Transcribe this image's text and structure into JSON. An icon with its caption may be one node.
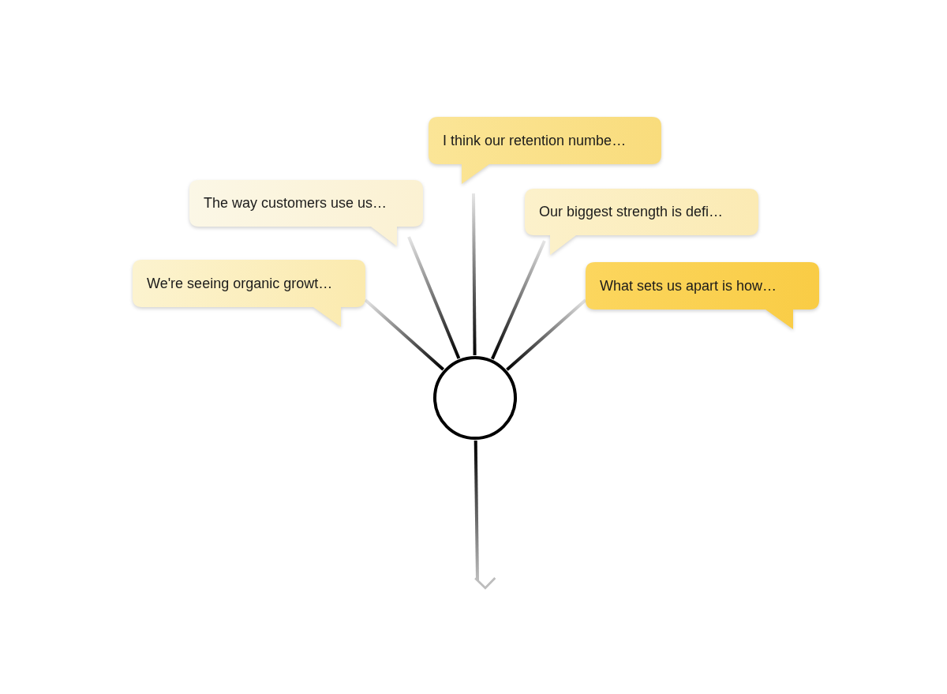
{
  "diagram": {
    "nodes": [
      {
        "text": [
          "I think our retention numbe…"
        ]
      },
      {
        "text": [
          "The way customers use us…"
        ]
      },
      {
        "text": [
          "Our biggest strength is defi…"
        ]
      },
      {
        "text": [
          "We're seeing organic growt…"
        ]
      },
      {
        "text": [
          "What sets us apart is how…"
        ]
      },
      {
        "text": [],
        "shape": "circle"
      }
    ],
    "edges": [
      {
        "from": 0,
        "to": 5,
        "arrow": "none"
      },
      {
        "from": 1,
        "to": 5,
        "arrow": "none"
      },
      {
        "from": 2,
        "to": 5,
        "arrow": "none"
      },
      {
        "from": 3,
        "to": 5,
        "arrow": "none"
      },
      {
        "from": 4,
        "to": 5,
        "arrow": "none"
      },
      {
        "from": 5,
        "to": null,
        "arrow": "to"
      }
    ]
  }
}
